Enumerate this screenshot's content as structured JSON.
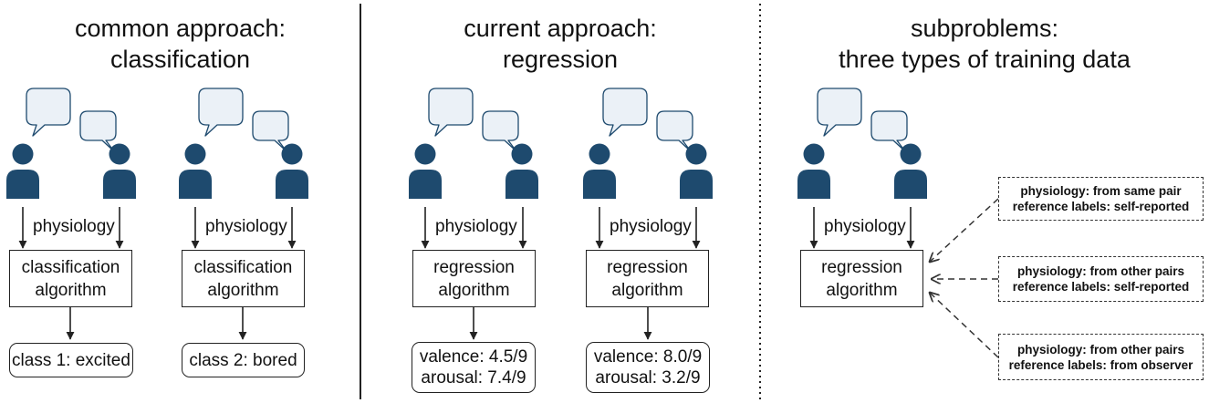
{
  "panels": {
    "common": {
      "title_line1": "common approach:",
      "title_line2": "classification",
      "groups": [
        {
          "flow_label": "physiology",
          "algo_line1": "classification",
          "algo_line2": "algorithm",
          "output_line1": "class 1: excited"
        },
        {
          "flow_label": "physiology",
          "algo_line1": "classification",
          "algo_line2": "algorithm",
          "output_line1": "class 2: bored"
        }
      ]
    },
    "current": {
      "title_line1": "current approach:",
      "title_line2": "regression",
      "groups": [
        {
          "flow_label": "physiology",
          "algo_line1": "regression",
          "algo_line2": "algorithm",
          "output_line1": "valence: 4.5/9",
          "output_line2": "arousal: 7.4/9"
        },
        {
          "flow_label": "physiology",
          "algo_line1": "regression",
          "algo_line2": "algorithm",
          "output_line1": "valence: 8.0/9",
          "output_line2": "arousal: 3.2/9"
        }
      ]
    },
    "sub": {
      "title_line1": "subproblems:",
      "title_line2": "three types of training data",
      "flow_label": "physiology",
      "algo_line1": "regression",
      "algo_line2": "algorithm",
      "training_data": [
        {
          "line1": "physiology: from same pair",
          "line2": "reference labels: self-reported"
        },
        {
          "line1": "physiology: from other pairs",
          "line2": "reference labels: self-reported"
        },
        {
          "line1": "physiology: from other pairs",
          "line2": "reference labels: from observer"
        }
      ]
    }
  },
  "colors": {
    "person": "#1e4a6e",
    "bubble_fill": "#ebf1f7",
    "bubble_stroke": "#1e4a6e",
    "line": "#222222"
  },
  "icons": [
    "person-icon",
    "speech-bubble-icon"
  ]
}
